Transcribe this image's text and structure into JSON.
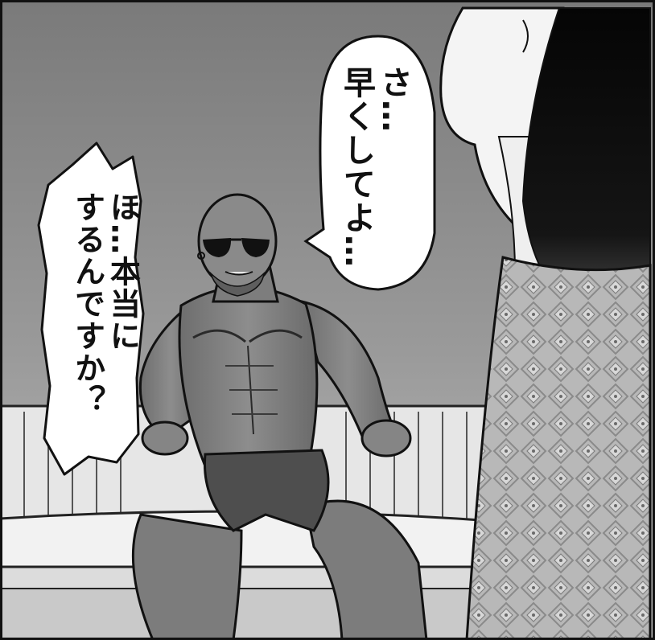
{
  "dialogue": {
    "right_bubble": {
      "lines": [
        "さ…",
        "早くしてよ…"
      ]
    },
    "left_bubble": {
      "lines": [
        "ほ…本当に",
        "するんですか？"
      ]
    }
  }
}
